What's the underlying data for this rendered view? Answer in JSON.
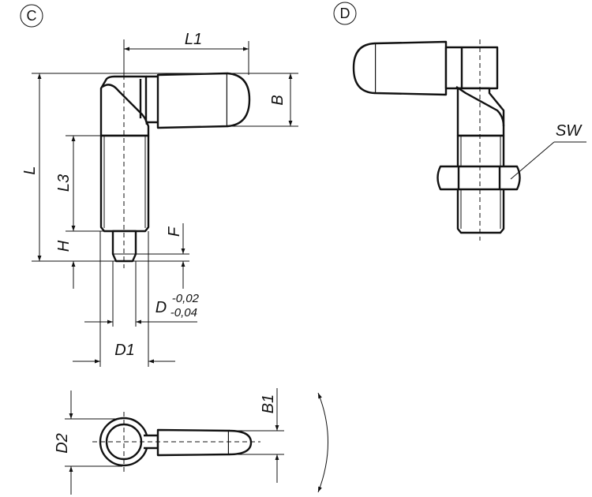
{
  "views": {
    "c": {
      "marker": "C"
    },
    "d": {
      "marker": "D"
    }
  },
  "dimensions": {
    "L1": "L1",
    "B": "B",
    "L": "L",
    "L3": "L3",
    "H": "H",
    "F": "F",
    "D": "D",
    "D_tol_upper": "-0,02",
    "D_tol_lower": "-0,04",
    "D1": "D1",
    "SW": "SW",
    "D2": "D2",
    "B1": "B1"
  },
  "colors": {
    "line": "#111111",
    "background": "#ffffff"
  }
}
